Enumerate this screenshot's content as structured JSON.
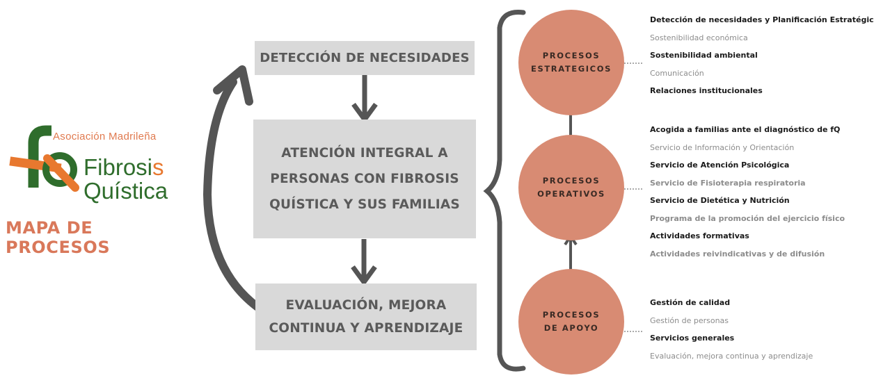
{
  "logo": {
    "asociacion": "Asociación Madrileña",
    "fibrosis": "Fibrosi",
    "fibrosis_s": "s",
    "quistica": "Quística",
    "mark": "fQ"
  },
  "title": "MAPA DE PROCESOS",
  "cycle": {
    "deteccion": "DETECCIÓN DE NECESIDADES",
    "atencion": "ATENCIÓN INTEGRAL A PERSONAS CON FIBROSIS QUÍSTICA Y SUS FAMILIAS",
    "evaluacion": "EVALUACIÓN, MEJORA CONTINUA Y APRENDIZAJE"
  },
  "processes": {
    "estrategicos": {
      "label": "PROCESOS ESTRATEGICOS",
      "items": [
        {
          "text": "Detección de necesidades y Planificación Estratégica",
          "style": "b"
        },
        {
          "text": "Sostenibilidad económica",
          "style": "g"
        },
        {
          "text": "Sostenibilidad ambiental",
          "style": "b"
        },
        {
          "text": "Comunicación",
          "style": "g"
        },
        {
          "text": "Relaciones institucionales",
          "style": "b"
        }
      ]
    },
    "operativos": {
      "label": "PROCESOS OPERATIVOS",
      "items": [
        {
          "text": "Acogida a familias ante el diagnóstico de fQ",
          "style": "b"
        },
        {
          "text": "Servicio de Información y Orientación",
          "style": "g"
        },
        {
          "text": "Servicio de Atención Psicológica",
          "style": "b"
        },
        {
          "text": "Servicio de Fisioterapia respiratoria",
          "style": "g b"
        },
        {
          "text": "Servicio de Dietética y Nutrición",
          "style": "b"
        },
        {
          "text": "Programa de la promoción del ejercicio físico",
          "style": "g b"
        },
        {
          "text": "Actividades formativas",
          "style": "b"
        },
        {
          "text": "Actividades reivindicativas y de difusión",
          "style": "g b"
        }
      ]
    },
    "apoyo": {
      "label": "PROCESOS DE APOYO",
      "items": [
        {
          "text": "Gestión de calidad",
          "style": "b"
        },
        {
          "text": "Gestión de personas",
          "style": "g"
        },
        {
          "text": "Servicios generales",
          "style": "b"
        },
        {
          "text": "Evaluación, mejora continua y aprendizaje",
          "style": "g"
        }
      ]
    }
  },
  "colors": {
    "circle": "#d88b73",
    "box": "#d9d9d9",
    "arrow": "#555555",
    "logo_green": "#2f6d2c",
    "logo_orange": "#e07a4f"
  }
}
